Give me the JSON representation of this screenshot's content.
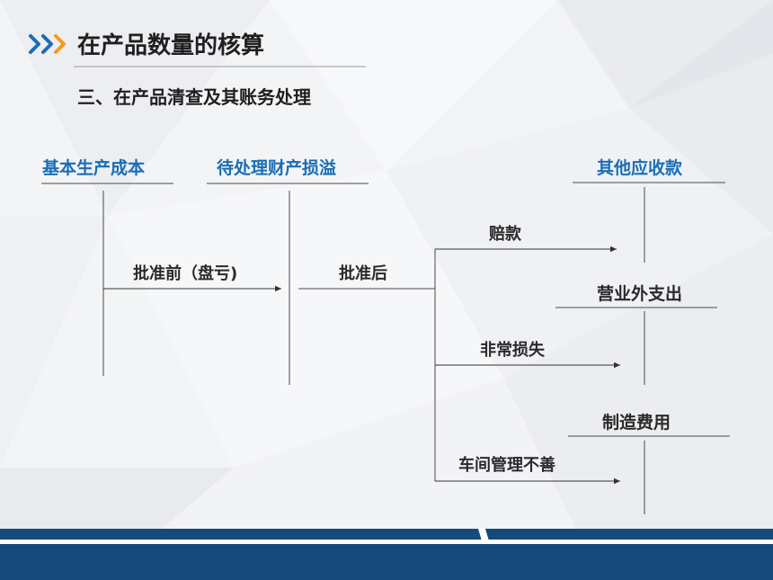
{
  "header": {
    "title": "在产品数量的核算",
    "subtitle": "三、在产品清查及其账务处理",
    "icon": "chevron-arrows-icon",
    "accent": "#1b6db3"
  },
  "accounts": {
    "production_cost": "基本生产成本",
    "pending_assets": "待处理财产损溢",
    "other_receivables": "其他应收款",
    "non_operating_expense": "营业外支出",
    "manufacturing_overhead": "制造费用"
  },
  "flows": {
    "before_approval": "批准前（盘亏)",
    "after_approval": "批准后",
    "compensation": "赔款",
    "extraordinary_loss": "非常损失",
    "poor_workshop_mgmt": "车间管理不善"
  },
  "colors": {
    "account_blue": "#1b6db3",
    "footer_navy": "#164a7c"
  }
}
